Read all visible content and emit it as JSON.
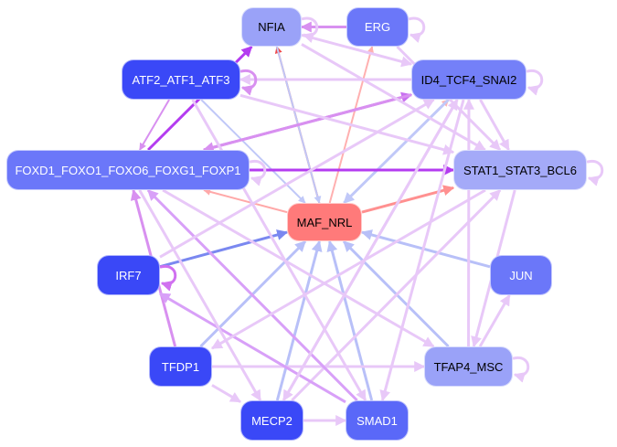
{
  "graph": {
    "title": "Gene regulatory network",
    "nodes": [
      {
        "id": "NFIA",
        "label": "NFIA",
        "fill": "#9aa2f8",
        "text_color": "#000000"
      },
      {
        "id": "ERG",
        "label": "ERG",
        "fill": "#6b77f9",
        "text_color": "#ffffff"
      },
      {
        "id": "ATF2_ATF1_ATF3",
        "label": "ATF2_ATF1_ATF3",
        "fill": "#3a48f7",
        "text_color": "#ffffff"
      },
      {
        "id": "ID4_TCF4_SNAI2",
        "label": "ID4_TCF4_SNAI2",
        "fill": "#7480f8",
        "text_color": "#000000"
      },
      {
        "id": "FOXD1_FOXO1_FOXO6_FOXG1_FOXP1",
        "label": "FOXD1_FOXO1_FOXO6_FOXG1_FOXP1",
        "fill": "#6b77f9",
        "text_color": "#ffffff"
      },
      {
        "id": "STAT1_STAT3_BCL6",
        "label": "STAT1_STAT3_BCL6",
        "fill": "#a4aaf8",
        "text_color": "#000000"
      },
      {
        "id": "MAF_NRL",
        "label": "MAF_NRL",
        "fill": "#ff7a7a",
        "text_color": "#000000"
      },
      {
        "id": "IRF7",
        "label": "IRF7",
        "fill": "#3a48f7",
        "text_color": "#ffffff"
      },
      {
        "id": "JUN",
        "label": "JUN",
        "fill": "#6b77f9",
        "text_color": "#ffffff"
      },
      {
        "id": "TFDP1",
        "label": "TFDP1",
        "fill": "#3a48f7",
        "text_color": "#ffffff"
      },
      {
        "id": "TFAP4_MSC",
        "label": "TFAP4_MSC",
        "fill": "#9aa2f8",
        "text_color": "#000000"
      },
      {
        "id": "MECP2",
        "label": "MECP2",
        "fill": "#3a48f7",
        "text_color": "#ffffff"
      },
      {
        "id": "SMAD1",
        "label": "SMAD1",
        "fill": "#5a68f8",
        "text_color": "#ffffff"
      }
    ],
    "edges": [
      {
        "from": "MAF_NRL",
        "to": "NFIA",
        "color": "#f04848",
        "weight": 2
      },
      {
        "from": "MAF_NRL",
        "to": "ERG",
        "color": "#ffb0b0",
        "weight": 2
      },
      {
        "from": "MAF_NRL",
        "to": "ID4_TCF4_SNAI2",
        "color": "#ffb0b0",
        "weight": 2
      },
      {
        "from": "MAF_NRL",
        "to": "STAT1_STAT3_BCL6",
        "color": "#ff9090",
        "weight": 3
      },
      {
        "from": "MAF_NRL",
        "to": "FOXD1_FOXO1_FOXO6_FOXG1_FOXP1",
        "color": "#ffa8a8",
        "weight": 2
      },
      {
        "from": "NFIA",
        "to": "MAF_NRL",
        "color": "#c0c8f8",
        "weight": 2
      },
      {
        "from": "ID4_TCF4_SNAI2",
        "to": "MAF_NRL",
        "color": "#c0c8f8",
        "weight": 3
      },
      {
        "from": "ATF2_ATF1_ATF3",
        "to": "MAF_NRL",
        "color": "#c0c8f8",
        "weight": 2
      },
      {
        "from": "IRF7",
        "to": "MAF_NRL",
        "color": "#7a88f0",
        "weight": 3
      },
      {
        "from": "JUN",
        "to": "MAF_NRL",
        "color": "#b8c0f8",
        "weight": 3
      },
      {
        "from": "TFDP1",
        "to": "MAF_NRL",
        "color": "#b8c0f8",
        "weight": 3
      },
      {
        "from": "MECP2",
        "to": "MAF_NRL",
        "color": "#b8c0f8",
        "weight": 3
      },
      {
        "from": "SMAD1",
        "to": "MAF_NRL",
        "color": "#b8c0f8",
        "weight": 3
      },
      {
        "from": "TFAP4_MSC",
        "to": "MAF_NRL",
        "color": "#b8c0f8",
        "weight": 3
      },
      {
        "from": "FOXD1_FOXO1_FOXO6_FOXG1_FOXP1",
        "to": "NFIA",
        "color": "#b43cf0",
        "weight": 3
      },
      {
        "from": "FOXD1_FOXO1_FOXO6_FOXG1_FOXP1",
        "to": "STAT1_STAT3_BCL6",
        "color": "#b43cf0",
        "weight": 3
      },
      {
        "from": "FOXD1_FOXO1_FOXO6_FOXG1_FOXP1",
        "to": "ID4_TCF4_SNAI2",
        "color": "#c870f0",
        "weight": 3
      },
      {
        "from": "ID4_TCF4_SNAI2",
        "to": "FOXD1_FOXO1_FOXO6_FOXG1_FOXP1",
        "color": "#d890f0",
        "weight": 3
      },
      {
        "from": "ATF2_ATF1_ATF3",
        "to": "FOXD1_FOXO1_FOXO6_FOXG1_FOXP1",
        "color": "#d890f0",
        "weight": 2
      },
      {
        "from": "ID4_TCF4_SNAI2",
        "to": "ATF2_ATF1_ATF3",
        "color": "#e8c8f8",
        "weight": 3
      },
      {
        "from": "ERG",
        "to": "NFIA",
        "color": "#d890f0",
        "weight": 3
      },
      {
        "from": "NFIA",
        "to": "ID4_TCF4_SNAI2",
        "color": "#e8c8f8",
        "weight": 3
      },
      {
        "from": "NFIA",
        "to": "STAT1_STAT3_BCL6",
        "color": "#e8c8f8",
        "weight": 3
      },
      {
        "from": "ERG",
        "to": "STAT1_STAT3_BCL6",
        "color": "#e8c8f8",
        "weight": 3
      },
      {
        "from": "ID4_TCF4_SNAI2",
        "to": "STAT1_STAT3_BCL6",
        "color": "#e8c8f8",
        "weight": 3
      },
      {
        "from": "ATF2_ATF1_ATF3",
        "to": "STAT1_STAT3_BCL6",
        "color": "#e8c8f8",
        "weight": 3
      },
      {
        "from": "TFAP4_MSC",
        "to": "JUN",
        "color": "#e8c8f8",
        "weight": 3
      },
      {
        "from": "MECP2",
        "to": "STAT1_STAT3_BCL6",
        "color": "#e8c8f8",
        "weight": 3
      },
      {
        "from": "TFDP1",
        "to": "TFAP4_MSC",
        "color": "#e8c8f8",
        "weight": 3
      },
      {
        "from": "TFDP1",
        "to": "MECP2",
        "color": "#e8c8f8",
        "weight": 3
      },
      {
        "from": "MECP2",
        "to": "SMAD1",
        "color": "#e8c8f8",
        "weight": 3
      },
      {
        "from": "TFDP1",
        "to": "FOXD1_FOXO1_FOXO6_FOXG1_FOXP1",
        "color": "#d890f0",
        "weight": 3
      },
      {
        "from": "SMAD1",
        "to": "FOXD1_FOXO1_FOXO6_FOXG1_FOXP1",
        "color": "#d8a0f8",
        "weight": 3
      },
      {
        "from": "SMAD1",
        "to": "IRF7",
        "color": "#d8a0f8",
        "weight": 3
      },
      {
        "from": "STAT1_STAT3_BCL6",
        "to": "TFDP1",
        "color": "#e8c8f8",
        "weight": 3
      },
      {
        "from": "ID4_TCF4_SNAI2",
        "to": "MECP2",
        "color": "#e8c8f8",
        "weight": 3
      },
      {
        "from": "ID4_TCF4_SNAI2",
        "to": "SMAD1",
        "color": "#e8c8f8",
        "weight": 3
      },
      {
        "from": "TFAP4_MSC",
        "to": "ID4_TCF4_SNAI2",
        "color": "#e8c8f8",
        "weight": 3
      },
      {
        "from": "MECP2",
        "to": "ID4_TCF4_SNAI2",
        "color": "#e8c8f8",
        "weight": 3
      },
      {
        "from": "FOXD1_FOXO1_FOXO6_FOXG1_FOXP1",
        "to": "TFAP4_MSC",
        "color": "#e8c8f8",
        "weight": 3
      },
      {
        "from": "STAT1_STAT3_BCL6",
        "to": "TFAP4_MSC",
        "color": "#e8c8f8",
        "weight": 3
      },
      {
        "from": "ATF2_ATF1_ATF3",
        "to": "SMAD1",
        "color": "#e8c8f8",
        "weight": 3
      },
      {
        "from": "FOXD1_FOXO1_FOXO6_FOXG1_FOXP1",
        "to": "MECP2",
        "color": "#e8c8f8",
        "weight": 3
      },
      {
        "from": "IRF7",
        "to": "ID4_TCF4_SNAI2",
        "color": "#e8c8f8",
        "weight": 3
      }
    ],
    "self_loops": [
      {
        "node": "NFIA",
        "color": "#e8c8f8"
      },
      {
        "node": "ERG",
        "color": "#e8c8f8"
      },
      {
        "node": "ID4_TCF4_SNAI2",
        "color": "#e8c8f8"
      },
      {
        "node": "STAT1_STAT3_BCL6",
        "color": "#e8c8f8"
      },
      {
        "node": "IRF7",
        "color": "#d070f0"
      },
      {
        "node": "TFAP4_MSC",
        "color": "#e8c8f8"
      },
      {
        "node": "ATF2_ATF1_ATF3",
        "color": "#d890f0"
      },
      {
        "node": "FOXD1_FOXO1_FOXO6_FOXG1_FOXP1",
        "color": "#e8c8f8"
      }
    ]
  }
}
